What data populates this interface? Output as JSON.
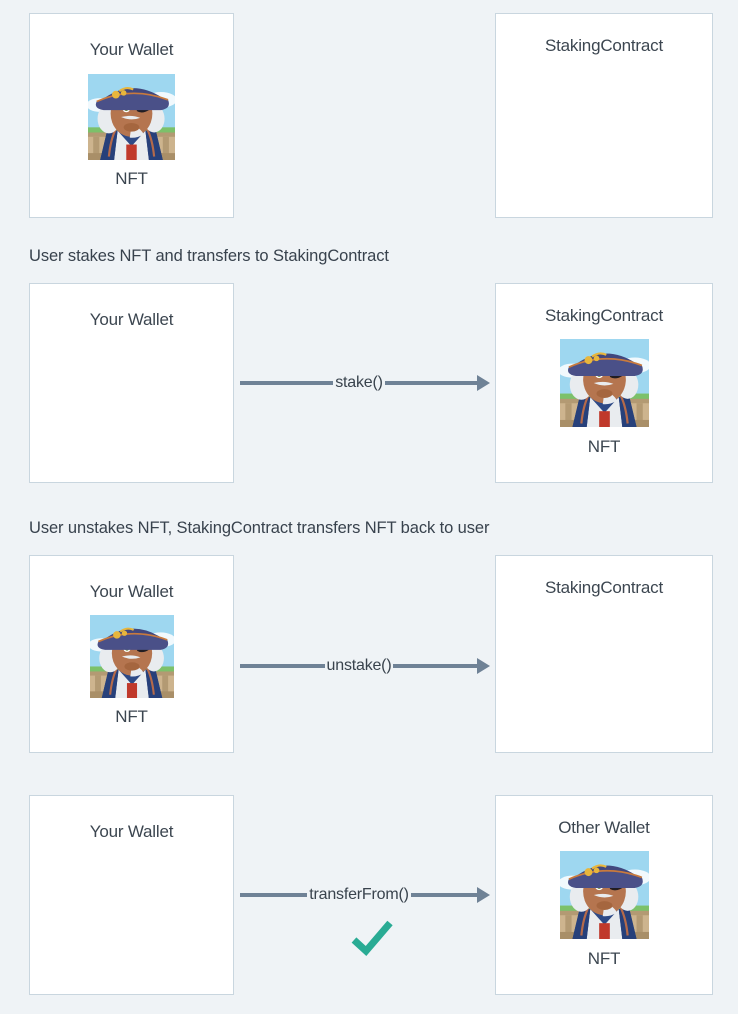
{
  "page": {
    "background_color": "#eff3f6",
    "box_border_color": "#c9d6df",
    "box_fill_color": "#ffffff",
    "arrow_color": "#6f8296",
    "check_color": "#29ab94",
    "text_color": "#3c4650"
  },
  "nft_label": "NFT",
  "nft_art": {
    "name": "pirate-captain-avatar",
    "description": "Pixel-art avatar of a colonial pirate captain wearing a navy tricorn hat with gold emblem, an eye patch, white curled wig, and a blue coat, in front of a sky and stone balustrade background",
    "colors": {
      "sky": "#9ed7f0",
      "cloud": "#ffffff",
      "hat": "#41477d",
      "hat_brim_trim": "#c97a3d",
      "hat_emblem": "#e8b63c",
      "skin": "#b5754f",
      "skin_shadow": "#8d5435",
      "wig": "#e9ecef",
      "coat": "#2e4a86",
      "coat_trim": "#b56a4a",
      "shirt_stripe_red": "#c0392b",
      "balustrade": "#c2a887",
      "grass": "#7cc16a"
    }
  },
  "rows": [
    {
      "id": "row-initial",
      "caption": null,
      "left_box": {
        "title": "Your Wallet",
        "has_nft": true
      },
      "right_box": {
        "title": "StakingContract",
        "has_nft": false
      },
      "arrow": null,
      "check": false
    },
    {
      "id": "row-stake",
      "caption": "User stakes NFT and transfers to StakingContract",
      "left_box": {
        "title": "Your Wallet",
        "has_nft": false
      },
      "right_box": {
        "title": "StakingContract",
        "has_nft": true
      },
      "arrow": {
        "label": "stake()",
        "direction": "right"
      },
      "check": false
    },
    {
      "id": "row-unstake",
      "caption": "User unstakes NFT, StakingContract transfers NFT back to user",
      "left_box": {
        "title": "Your Wallet",
        "has_nft": true
      },
      "right_box": {
        "title": "StakingContract",
        "has_nft": false
      },
      "arrow": {
        "label": "unstake()",
        "direction": "right"
      },
      "check": false
    },
    {
      "id": "row-transfer",
      "caption": null,
      "left_box": {
        "title": "Your Wallet",
        "has_nft": false
      },
      "right_box": {
        "title": "Other Wallet",
        "has_nft": true
      },
      "arrow": {
        "label": "transferFrom()",
        "direction": "right"
      },
      "check": true
    }
  ]
}
